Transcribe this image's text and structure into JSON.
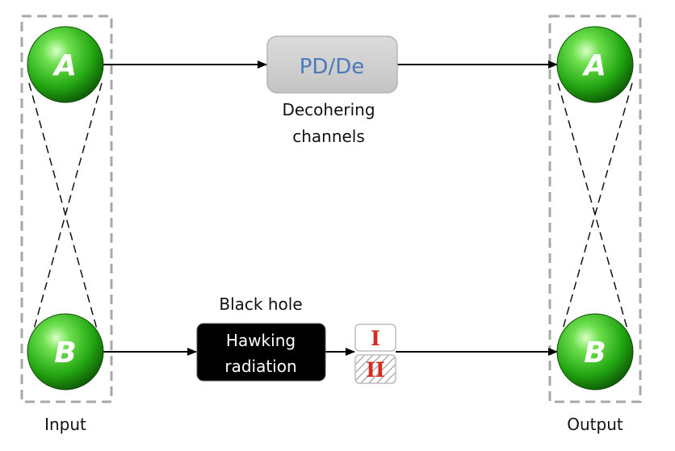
{
  "panels": {
    "input": {
      "label": "Input"
    },
    "output": {
      "label": "Output"
    }
  },
  "nodes": {
    "input_a": {
      "letter": "A"
    },
    "input_b": {
      "letter": "B"
    },
    "output_a": {
      "letter": "A"
    },
    "output_b": {
      "letter": "B"
    }
  },
  "channels": {
    "decoherence": {
      "box_text": "PD/De",
      "caption_line1": "Decohering",
      "caption_line2": "channels"
    },
    "black_hole": {
      "title": "Black hole",
      "box_line1": "Hawking",
      "box_line2": "radiation"
    }
  },
  "regions": {
    "region_one": "I",
    "region_two": "II"
  },
  "colors": {
    "node_green": "#22a511",
    "pd_box_fill": "#d0d0d0",
    "pd_text": "#4a7ab8",
    "region_text": "#d42a1f",
    "dashed_border": "#a8a8a8"
  }
}
